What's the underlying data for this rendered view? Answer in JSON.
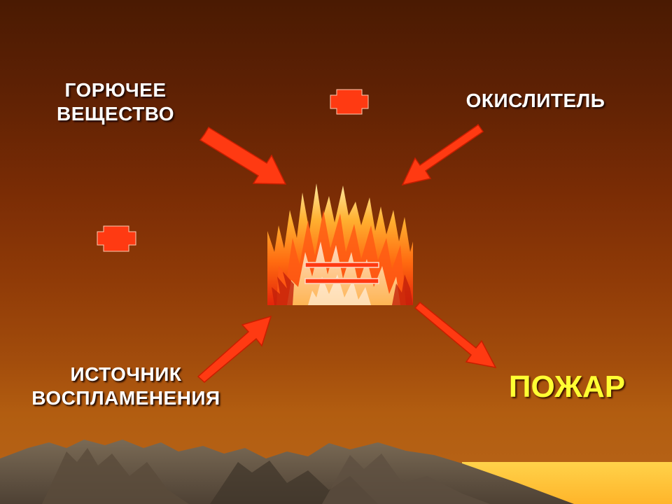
{
  "components": {
    "fuel": {
      "line1": "ГОРЮЧЕЕ",
      "line2": "ВЕЩЕСТВО"
    },
    "oxidizer": {
      "line1": "ОКИСЛИТЕЛЬ"
    },
    "ignition": {
      "line1": "ИСТОЧНИК",
      "line2": "ВОСПЛАМЕНЕНИЯ"
    }
  },
  "result": {
    "label": "ПОЖАР"
  },
  "operators": [
    "plus",
    "plus",
    "equals"
  ],
  "colors": {
    "arrow": "#ff3a12",
    "arrow_outline": "#c81e00",
    "result_text": "#ffff33",
    "label_text": "#ffffff"
  }
}
